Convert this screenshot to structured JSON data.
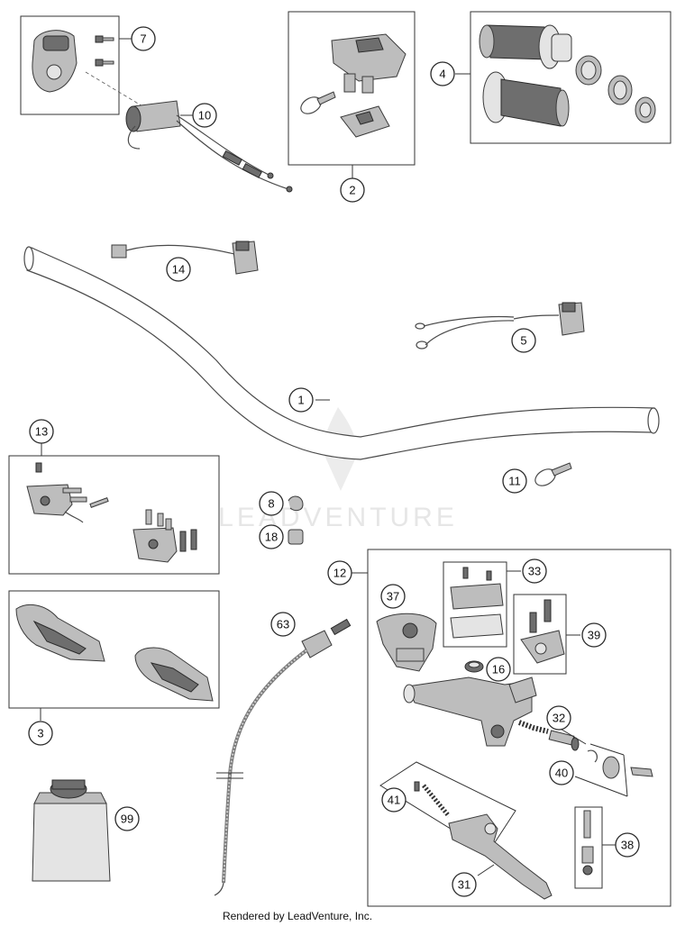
{
  "watermark": "LEADVENTURE",
  "footer": "Rendered by LeadVenture, Inc.",
  "callouts": [
    "7",
    "10",
    "2",
    "4",
    "14",
    "5",
    "1",
    "13",
    "11",
    "8",
    "18",
    "12",
    "33",
    "37",
    "63",
    "39",
    "3",
    "16",
    "32",
    "40",
    "41",
    "99",
    "38",
    "31"
  ]
}
